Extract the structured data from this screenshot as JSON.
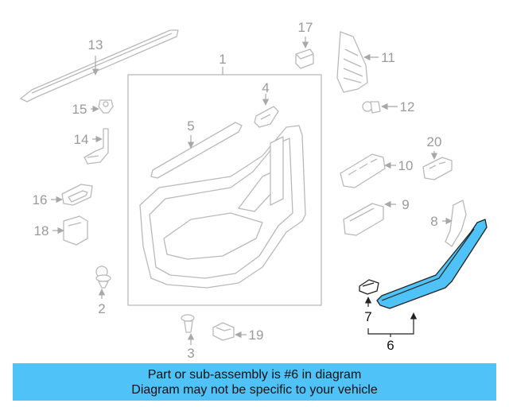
{
  "diagram": {
    "callouts": [
      "1",
      "2",
      "3",
      "4",
      "5",
      "6",
      "7",
      "8",
      "9",
      "10",
      "11",
      "12",
      "13",
      "14",
      "15",
      "16",
      "17",
      "18",
      "19",
      "20"
    ],
    "highlighted_part": "6",
    "colors": {
      "highlight": "#4fc3f7",
      "linework": "#b9b9b9",
      "label": "#9a9a9a",
      "banner": "#4fc3f7"
    }
  },
  "banner": {
    "line1": "Part or sub-assembly is #6 in diagram",
    "line2": "Diagram may not be specific to your vehicle"
  }
}
